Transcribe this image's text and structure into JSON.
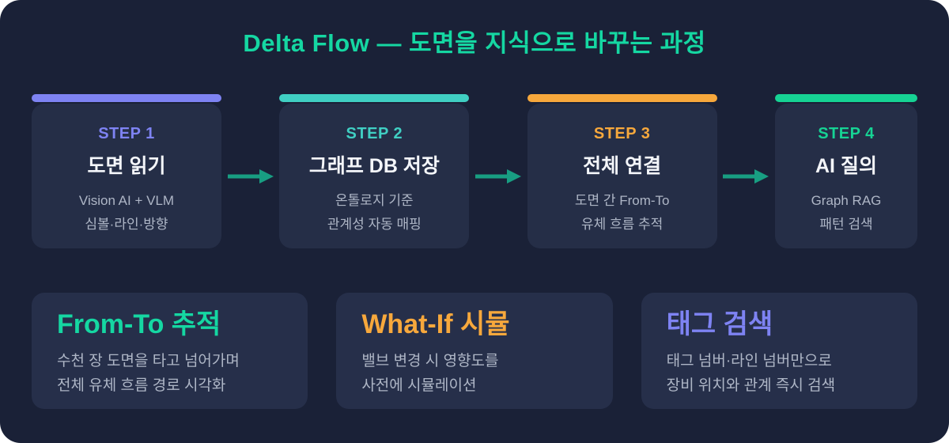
{
  "title": "Delta Flow — 도면을 지식으로 바꾸는 과정",
  "colors": {
    "page_background": "#ffffff",
    "panel_background": "#1a2137",
    "card_background": "#252e47",
    "title_accent": "#15d7a2",
    "arrow": "#189e82",
    "text_primary": "#f4f6fa",
    "text_secondary": "#aeb6c6"
  },
  "steps": [
    {
      "label": "STEP 1",
      "title": "도면 읽기",
      "line1": "Vision AI + VLM",
      "line2": "심볼·라인·방향",
      "accent": "#7e83f3"
    },
    {
      "label": "STEP 2",
      "title": "그래프 DB 저장",
      "line1": "온톨로지 기준",
      "line2": "관계성 자동 매핑",
      "accent": "#40cfc3"
    },
    {
      "label": "STEP 3",
      "title": "전체 연결",
      "line1": "도면 간 From-To",
      "line2": "유체 흐름 추적",
      "accent": "#f7a83c"
    },
    {
      "label": "STEP 4",
      "title": "AI 질의",
      "line1": "Graph RAG",
      "line2": "패턴 검색",
      "accent": "#16d394"
    }
  ],
  "features": [
    {
      "title": "From-To 추적",
      "line1": "수천 장 도면을 타고 넘어가며",
      "line2": "전체 유체 흐름 경로 시각화",
      "accent": "#15d7a2"
    },
    {
      "title": "What-If 시뮬",
      "line1": "밸브 변경 시 영향도를",
      "line2": "사전에 시뮬레이션",
      "accent": "#f7a83c"
    },
    {
      "title": "태그 검색",
      "line1": "태그 넘버·라인 넘버만으로",
      "line2": "장비 위치와 관계 즉시 검색",
      "accent": "#7e83f3"
    }
  ]
}
